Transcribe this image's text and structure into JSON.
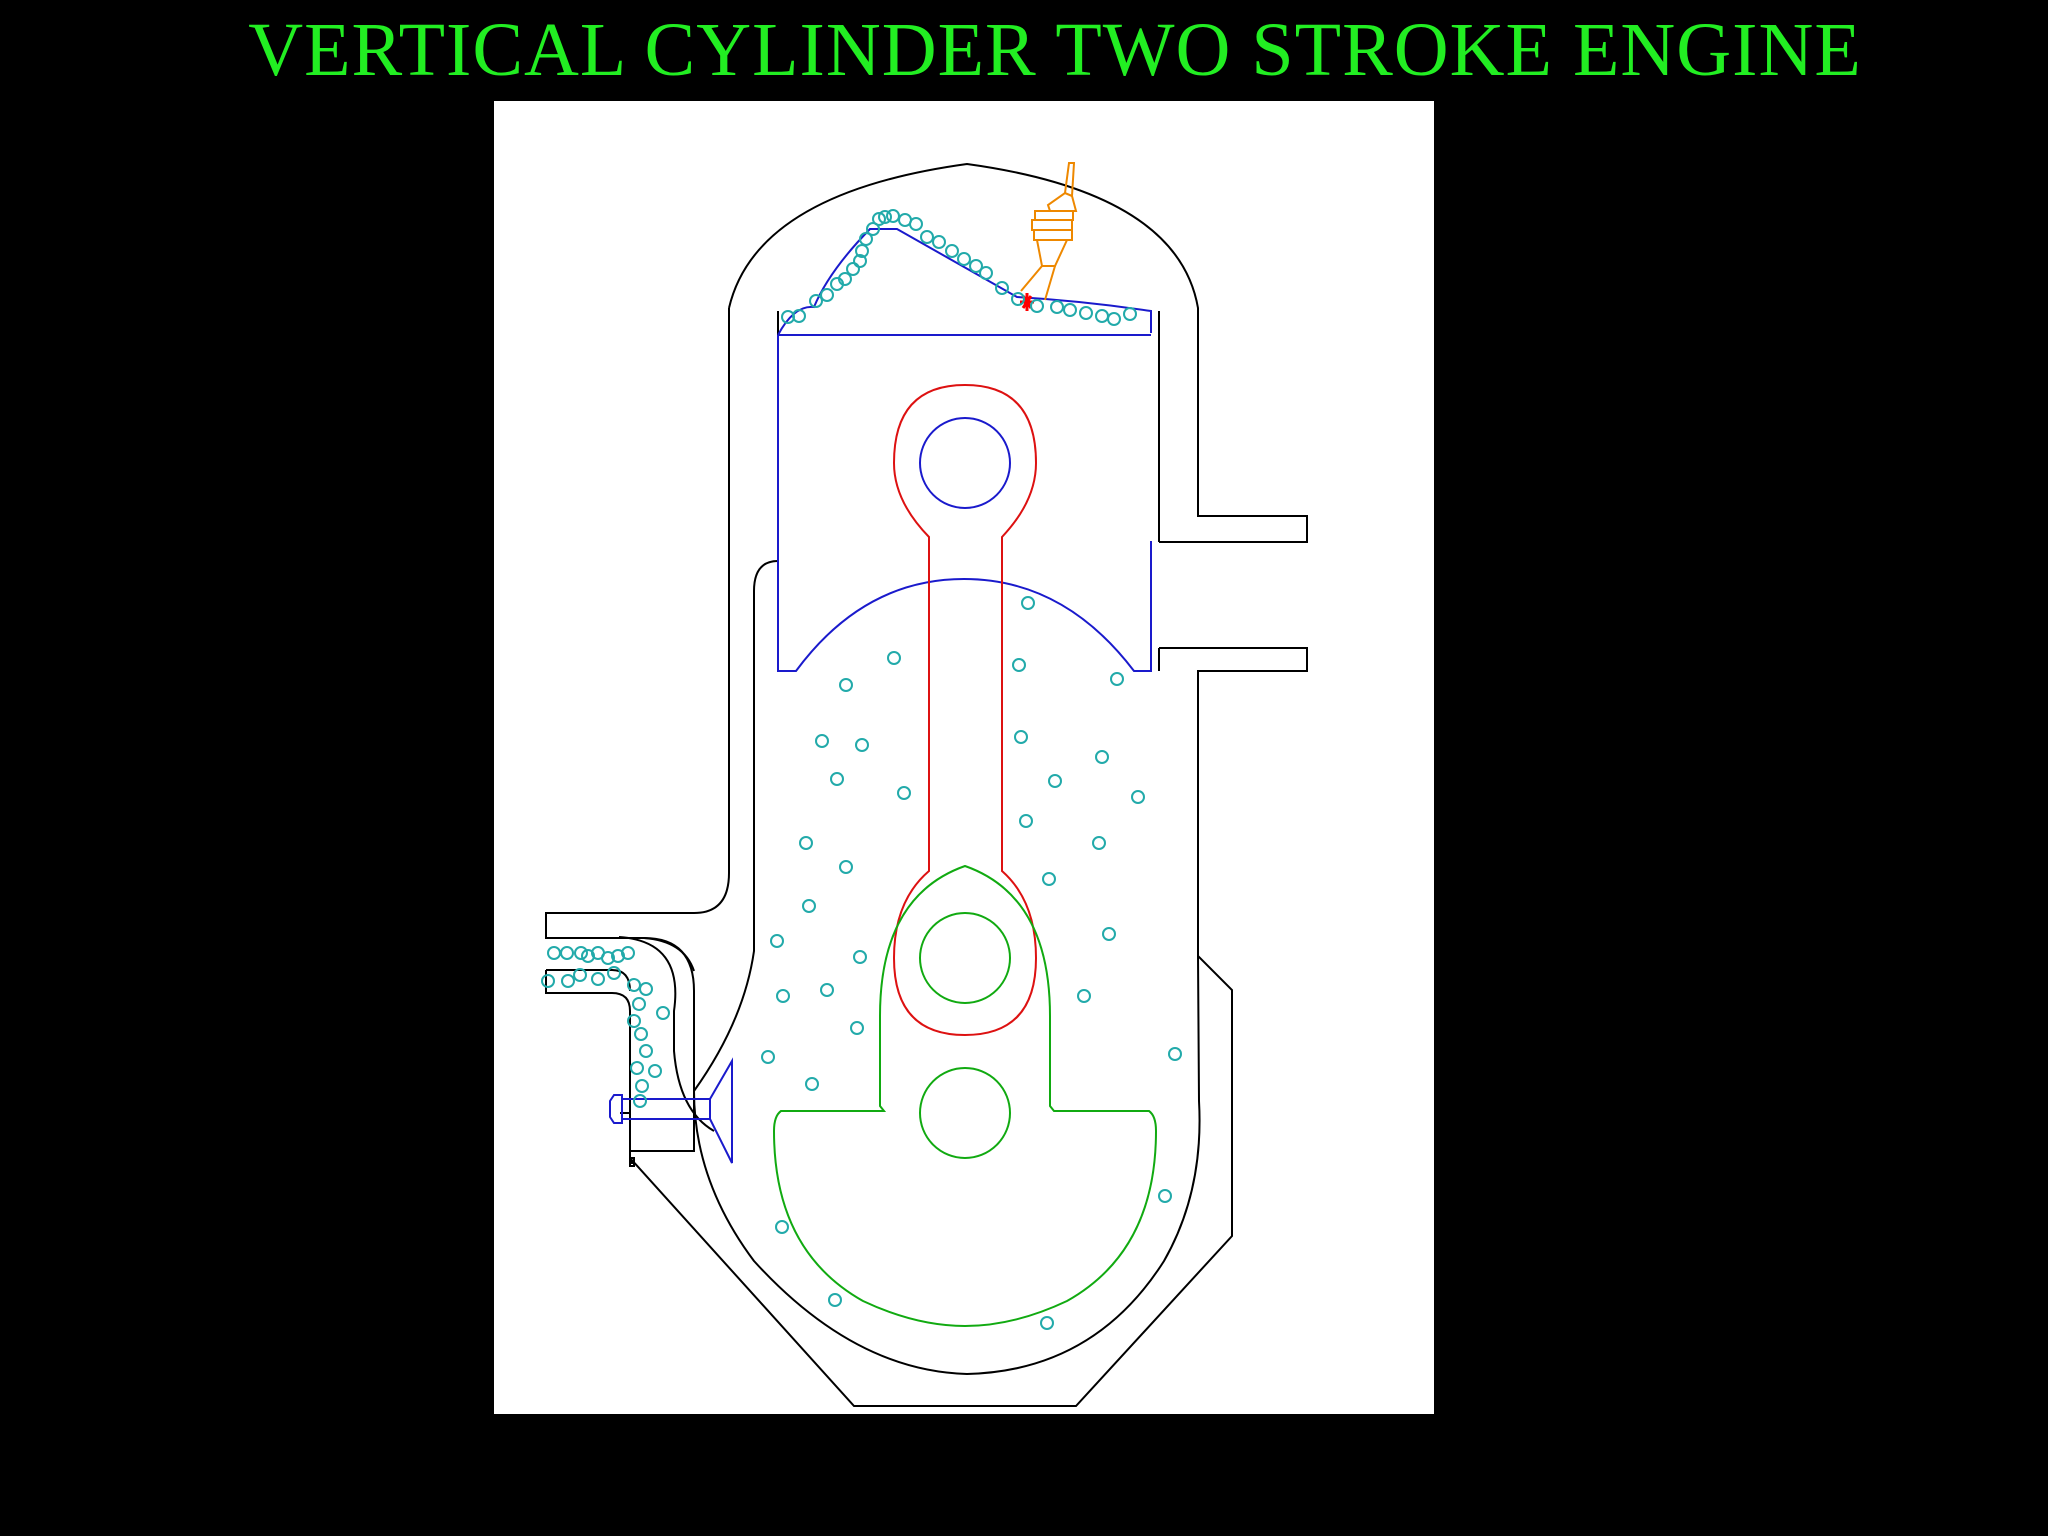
{
  "title": "VERTICAL CYLINDER TWO STROKE ENGINE",
  "colors": {
    "background": "#000000",
    "title": "#22ee22",
    "panel": "#ffffff",
    "casing": "#000000",
    "piston": "#1a1acc",
    "connecting_rod": "#dd1111",
    "crankshaft": "#11aa11",
    "fuel_charge": "#22aaaa",
    "spark_plug": "#ee8800",
    "spark": "#ff0000"
  },
  "components": {
    "cylinder_head": "cylinder-head",
    "piston": "piston",
    "connecting_rod": "connecting-rod",
    "crankshaft": "crankshaft",
    "spark_plug": "spark-plug",
    "exhaust_port": "exhaust-port",
    "intake_port": "intake-port",
    "reed_valve": "reed-valve",
    "crankcase": "crankcase"
  }
}
